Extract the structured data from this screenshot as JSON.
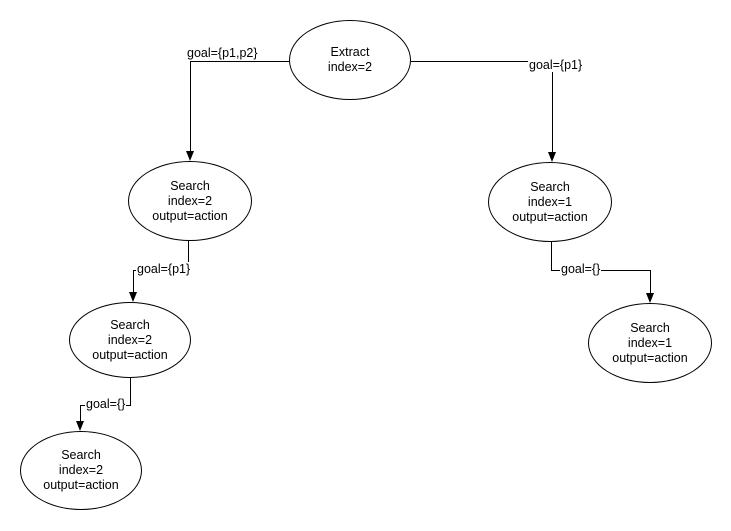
{
  "diagram": {
    "background_color": "#ffffff",
    "stroke_color": "#000000",
    "nodes": [
      {
        "id": "extract",
        "lines": [
          "Extract",
          "index=2"
        ]
      },
      {
        "id": "search-left-1",
        "lines": [
          "Search",
          "index=2",
          "output=action"
        ]
      },
      {
        "id": "search-left-2",
        "lines": [
          "Search",
          "index=2",
          "output=action"
        ]
      },
      {
        "id": "search-left-3",
        "lines": [
          "Search",
          "index=2",
          "output=action"
        ]
      },
      {
        "id": "search-right-1",
        "lines": [
          "Search",
          "index=1",
          "output=action"
        ]
      },
      {
        "id": "search-right-2",
        "lines": [
          "Search",
          "index=1",
          "output=action"
        ]
      }
    ],
    "edges": [
      {
        "from": "extract",
        "to": "search-left-1",
        "label": "goal={p1,p2}"
      },
      {
        "from": "extract",
        "to": "search-right-1",
        "label": "goal={p1}"
      },
      {
        "from": "search-left-1",
        "to": "search-left-2",
        "label": "goal={p1}"
      },
      {
        "from": "search-left-2",
        "to": "search-left-3",
        "label": "goal={}"
      },
      {
        "from": "search-right-1",
        "to": "search-right-2",
        "label": "goal={}"
      }
    ]
  }
}
